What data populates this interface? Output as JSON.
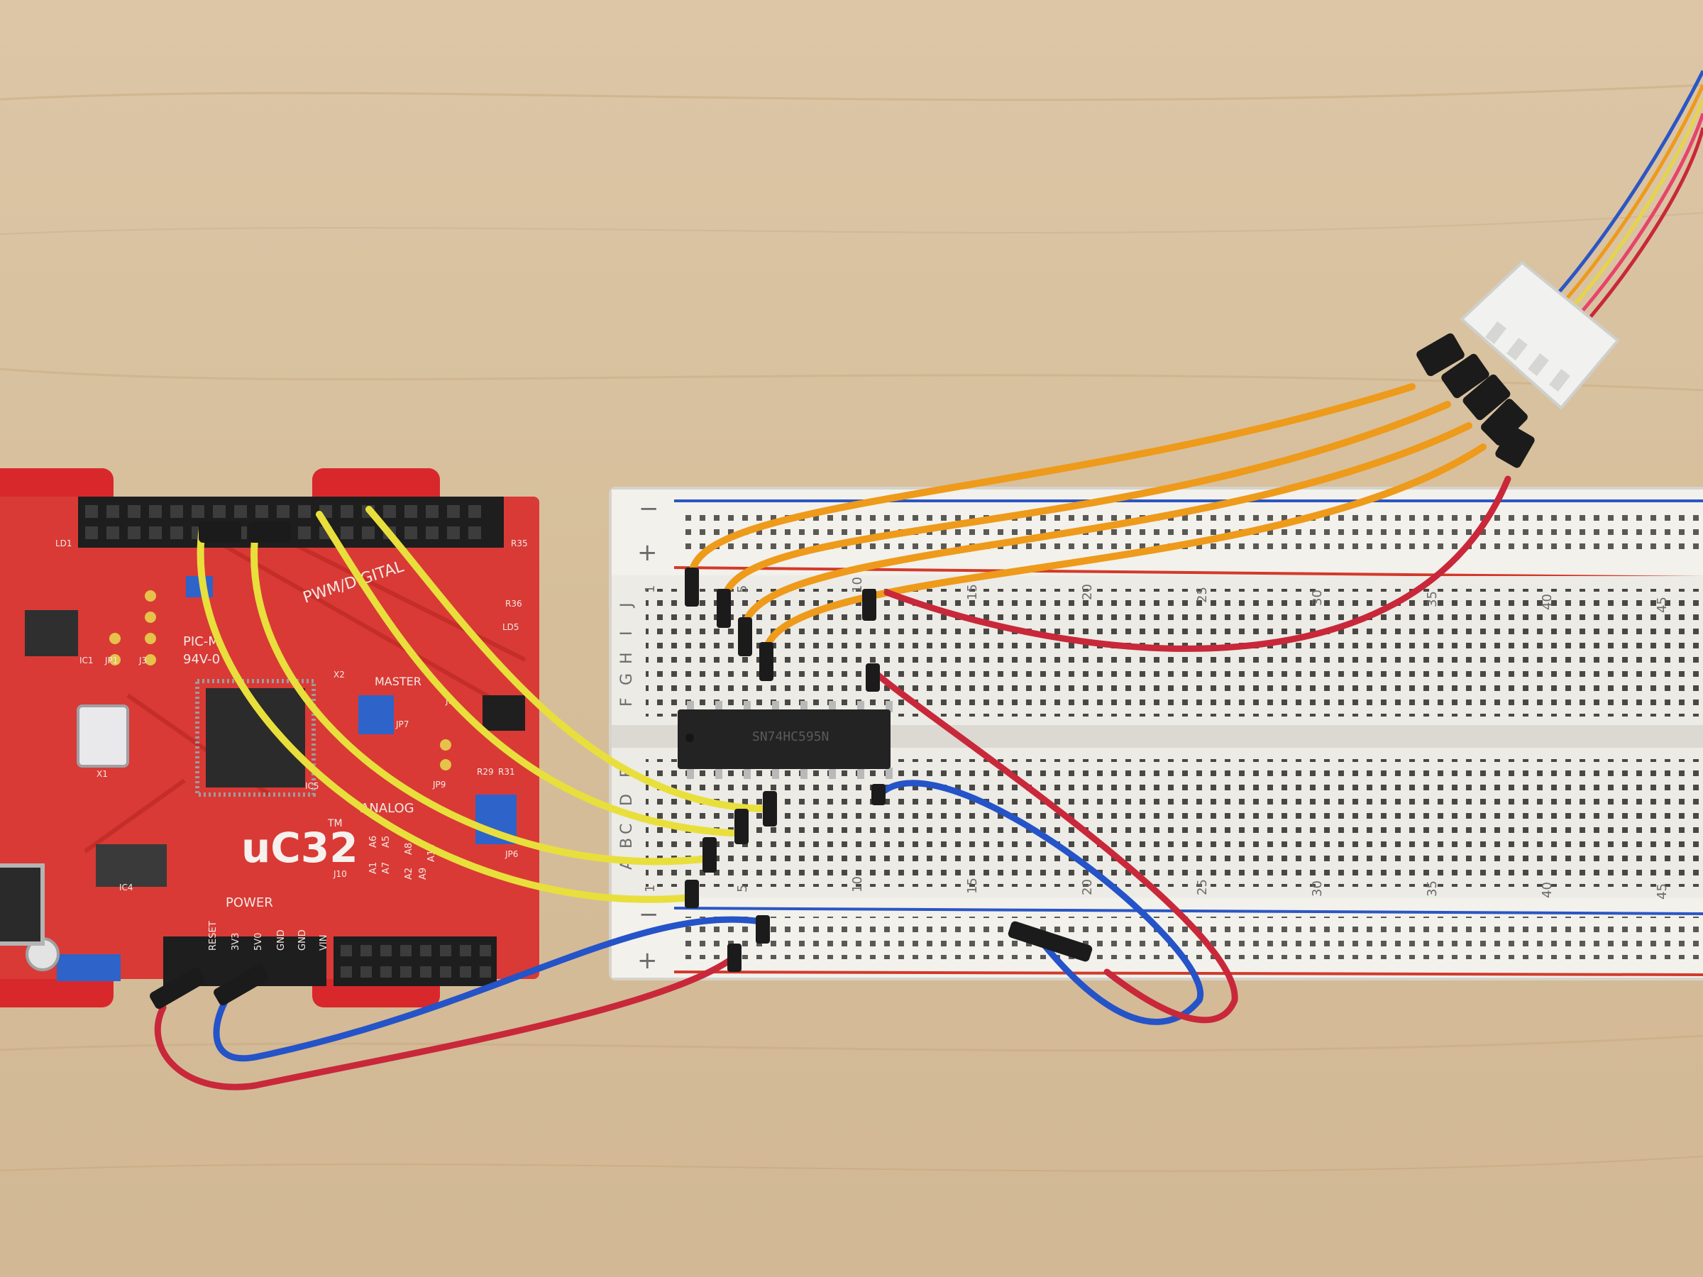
{
  "board": {
    "name": "uC32",
    "trademark": "TM",
    "labels": {
      "pwm_digital": "PWM/DIGITAL",
      "master": "MASTER",
      "analog": "ANALOG",
      "power": "POWER",
      "pic_line1": "PIC-M",
      "pic_line2": "94V-0"
    },
    "power_pins": [
      "RESET",
      "3V3",
      "5V0",
      "GND",
      "GND",
      "VIN"
    ],
    "analog_pins_top": [
      "A6",
      "A5",
      "A8",
      "A10"
    ],
    "analog_pins_bottom": [
      "A1",
      "A7",
      "A2",
      "A9"
    ],
    "parts": [
      "LD1",
      "IC1",
      "IC5",
      "IC4",
      "JP1",
      "J3",
      "JP7",
      "JP9",
      "JP6",
      "J9",
      "J10",
      "LD5",
      "X1",
      "X2",
      "R29",
      "R31",
      "R35",
      "R36"
    ]
  },
  "breadboard": {
    "rows_left": [
      "J",
      "I",
      "H",
      "G",
      "F"
    ],
    "rows_right": [
      "E",
      "D",
      "C",
      "B",
      "A"
    ],
    "column_numbers": [
      "1",
      "5",
      "10",
      "15",
      "20",
      "25",
      "30",
      "35",
      "40",
      "45"
    ],
    "rail_minus": "−",
    "rail_plus": "+"
  },
  "chip": {
    "marking": "SN74HC595N"
  },
  "colors": {
    "wood": "#d9c2a0",
    "pcb": "#d93a36",
    "breadboard": "#efede8",
    "wire_yellow": "#e8df3c",
    "wire_orange": "#ee9a1a",
    "wire_red": "#c8283a",
    "wire_blue": "#2553c8"
  }
}
